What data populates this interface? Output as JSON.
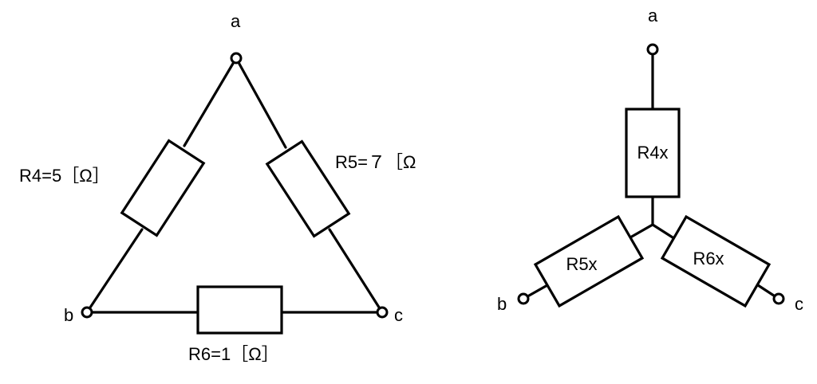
{
  "delta": {
    "nodes": {
      "a": "a",
      "b": "b",
      "c": "c"
    },
    "resistors": {
      "r4": "R4=5［Ω］",
      "r5": "R5=７［Ω",
      "r6": "R6=1［Ω］"
    }
  },
  "wye": {
    "nodes": {
      "a": "a",
      "b": "b",
      "c": "c"
    },
    "resistors": {
      "r4": "R4x",
      "r5": "R5x",
      "r6": "R6x"
    }
  },
  "colors": {
    "stroke": "#000000",
    "background": "#ffffff"
  }
}
